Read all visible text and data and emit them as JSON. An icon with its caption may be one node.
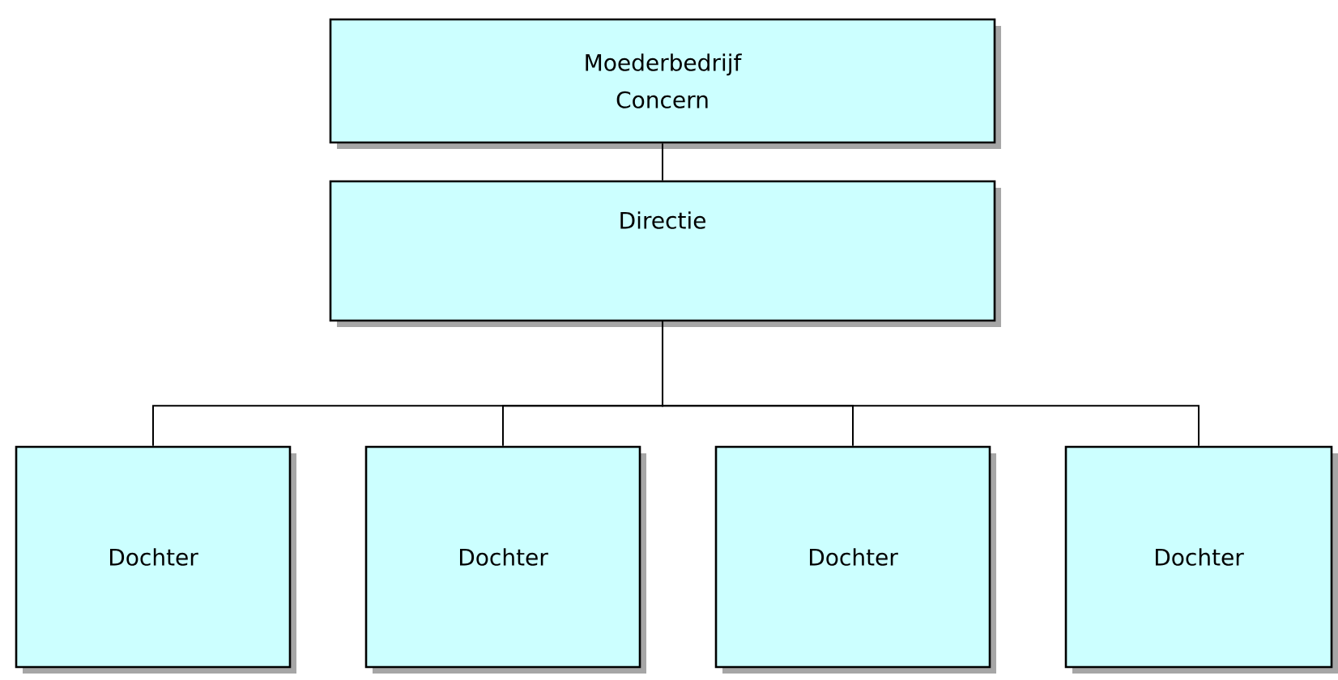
{
  "diagram": {
    "nodes": [
      {
        "text": [
          "Moederbedrijf Concern"
        ]
      },
      {
        "text": [
          "Directie"
        ]
      },
      {
        "text": [
          "Dochter"
        ]
      },
      {
        "text": [
          "Dochter"
        ]
      },
      {
        "text": [
          "Dochter"
        ]
      },
      {
        "text": [
          "Dochter"
        ]
      }
    ],
    "edges": [
      {
        "from": 0,
        "to": 1,
        "arrow": "none"
      },
      {
        "from": 1,
        "to": 2,
        "arrow": "none"
      },
      {
        "from": 1,
        "to": 3,
        "arrow": "none"
      },
      {
        "from": 1,
        "to": 4,
        "arrow": "none"
      },
      {
        "from": 1,
        "to": 5,
        "arrow": "none"
      }
    ]
  }
}
